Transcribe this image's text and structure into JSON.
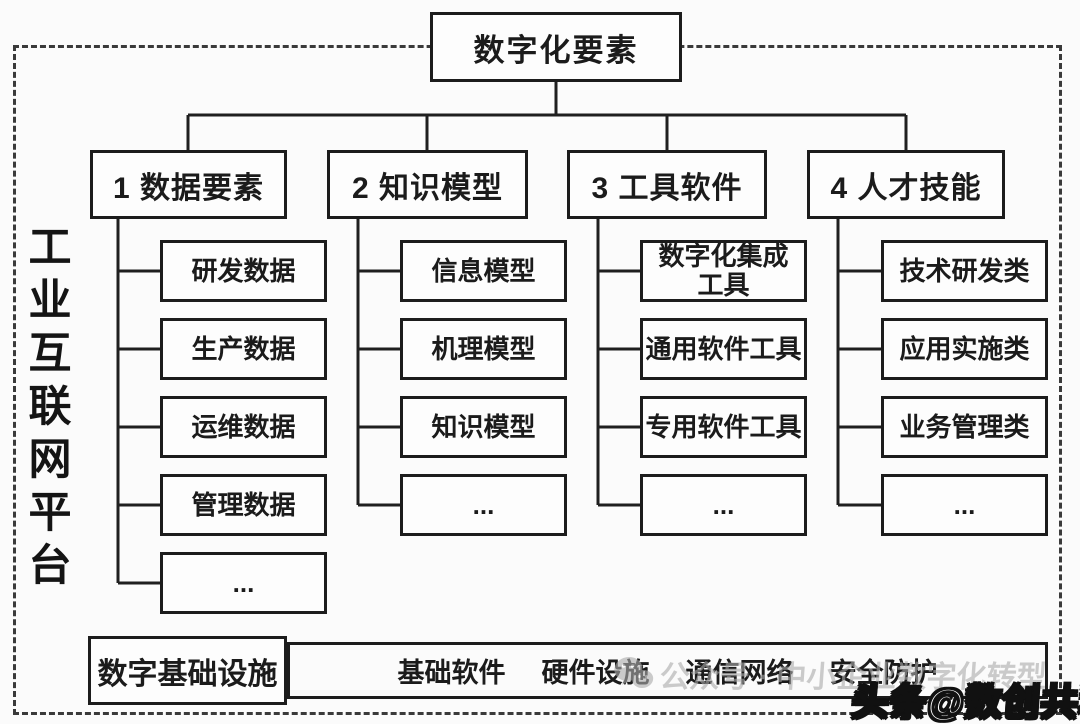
{
  "diagram": {
    "root": {
      "label": "数字化要素"
    },
    "platform": {
      "label": "工业互联网平台"
    },
    "columns": [
      {
        "header": "1 数据要素",
        "children": [
          "研发数据",
          "生产数据",
          "运维数据",
          "管理数据",
          "..."
        ]
      },
      {
        "header": "2 知识模型",
        "children": [
          "信息模型",
          "机理模型",
          "知识模型",
          "..."
        ]
      },
      {
        "header": "3 工具软件",
        "children": [
          "数字化集成\n工具",
          "通用软件工具",
          "专用软件工具",
          "..."
        ]
      },
      {
        "header": "4 人才技能",
        "children": [
          "技术研发类",
          "应用实施类",
          "业务管理类",
          "..."
        ]
      }
    ],
    "infrastructure": {
      "label": "数字基础设施",
      "items": [
        "基础软件",
        "硬件设施",
        "通信网络",
        "安全防护"
      ]
    },
    "watermarks": {
      "faint": "公众号 · 中小企业数字化转型",
      "badge": "头条@数创共和"
    },
    "colors": {
      "line": "#1c1c1c",
      "background": "#fbfbfb",
      "watermark_gray": "#ababab"
    }
  }
}
